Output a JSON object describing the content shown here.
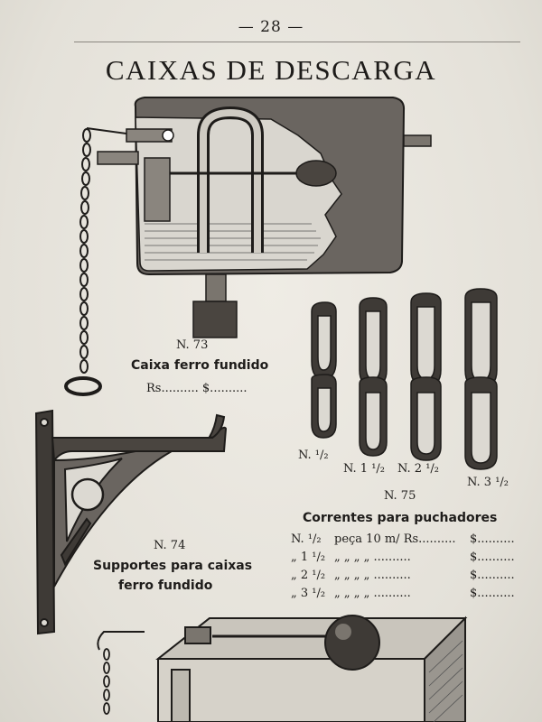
{
  "page": {
    "number": "— 28 —",
    "title": "CAIXAS DE DESCARGA"
  },
  "item73": {
    "number": "N. 73",
    "name": "Caixa ferro fundido",
    "price_line": "Rs.......... $.........."
  },
  "item74": {
    "number": "N. 74",
    "name_line1": "Supportes para caixas",
    "name_line2": "ferro fundido"
  },
  "item75": {
    "number": "N. 75",
    "name": "Correntes para puchadores",
    "link_labels": [
      "N. ¹/₂",
      "N. 1 ¹/₂",
      "N. 2 ¹/₂",
      "N. 3 ¹/₂"
    ],
    "price_rows": [
      {
        "label": "N.  ¹/₂",
        "desc": "peça 10 m/ Rs..........",
        "price": "$.........."
      },
      {
        "label": "„ 1 ¹/₂",
        "desc": "„     „     „    „ ..........",
        "price": "$.........."
      },
      {
        "label": "„ 2 ¹/₂",
        "desc": "„     „     „    „ ..........",
        "price": "$.........."
      },
      {
        "label": "„ 3 ¹/₂",
        "desc": "„     „     „    „ ..........",
        "price": "$.........."
      }
    ]
  },
  "colors": {
    "paper": "#e8e5dd",
    "ink": "#1e1c1a"
  },
  "icons": [
    "cistern-illustration",
    "bracket-illustration",
    "chain-link-illustration",
    "valve-box-illustration"
  ]
}
